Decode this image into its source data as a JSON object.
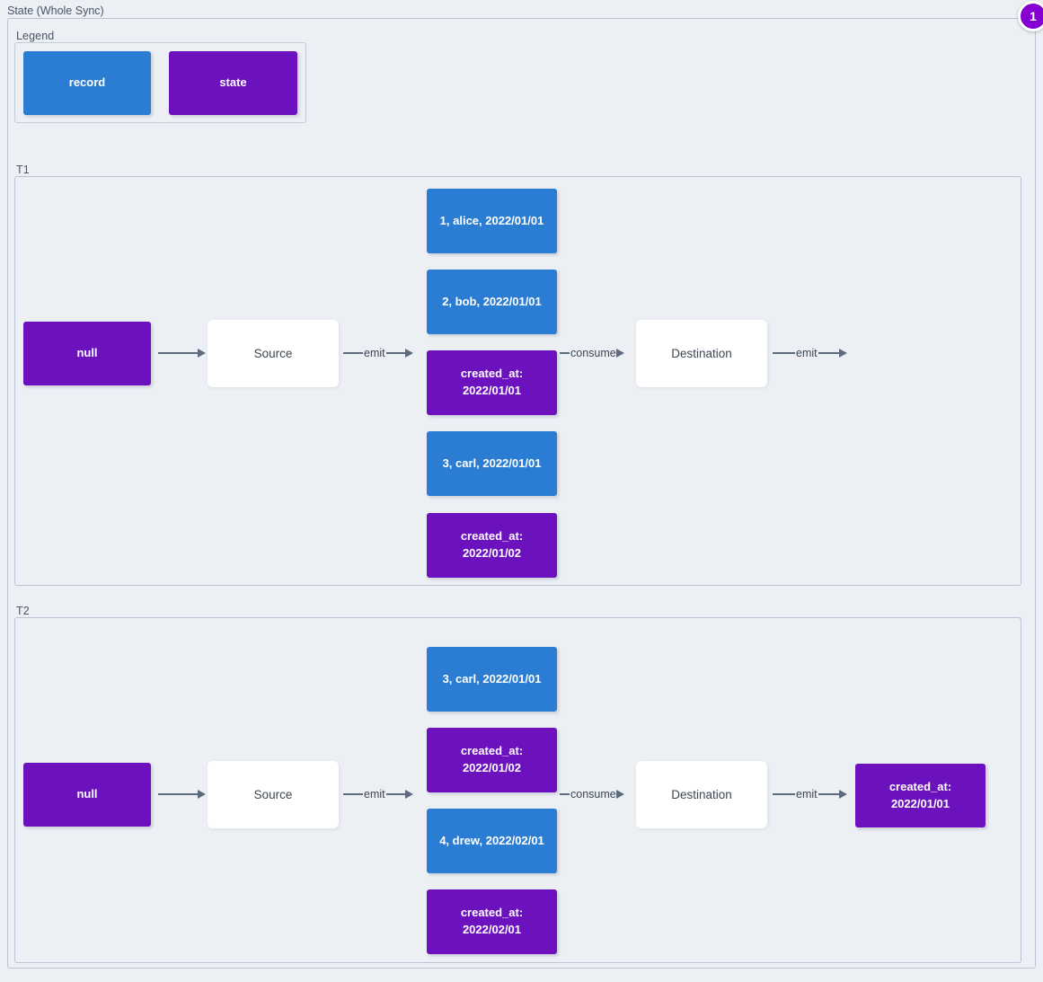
{
  "diagram": {
    "title": "State (Whole Sync)",
    "badge": "1",
    "colors": {
      "record": "#2b7cd3",
      "state": "#6b11bd",
      "plain": "#ffffff",
      "background": "#eceff4",
      "frame_border": "#b8c4d4",
      "arrow": "#5e6b7e",
      "badge": "#8500d1"
    }
  },
  "legend": {
    "label": "Legend",
    "items": [
      {
        "label": "record",
        "kind": "record"
      },
      {
        "label": "state",
        "kind": "state"
      }
    ]
  },
  "groups": [
    {
      "label": "T1",
      "nodes": {
        "initial_state": "null",
        "source": "Source",
        "destination": "Destination",
        "stream": [
          {
            "kind": "record",
            "line1": "1, alice, 2022/01/01",
            "line2": ""
          },
          {
            "kind": "record",
            "line1": "2, bob, 2022/01/01",
            "line2": ""
          },
          {
            "kind": "state",
            "line1": "created_at:",
            "line2": "2022/01/01"
          },
          {
            "kind": "record",
            "line1": "3, carl, 2022/01/01",
            "line2": ""
          },
          {
            "kind": "state",
            "line1": "created_at:",
            "line2": "2022/01/02"
          }
        ],
        "final_state": null
      },
      "arrows": [
        {
          "label": ""
        },
        {
          "label": "emit"
        },
        {
          "label": "consume"
        },
        {
          "label": "emit"
        }
      ]
    },
    {
      "label": "T2",
      "nodes": {
        "initial_state": "null",
        "source": "Source",
        "destination": "Destination",
        "stream": [
          {
            "kind": "record",
            "line1": "3, carl, 2022/01/01",
            "line2": ""
          },
          {
            "kind": "state",
            "line1": "created_at:",
            "line2": "2022/01/02"
          },
          {
            "kind": "record",
            "line1": "4, drew, 2022/02/01",
            "line2": ""
          },
          {
            "kind": "state",
            "line1": "created_at:",
            "line2": "2022/02/01"
          }
        ],
        "final_state": {
          "kind": "state",
          "line1": "created_at:",
          "line2": "2022/01/01"
        }
      },
      "arrows": [
        {
          "label": ""
        },
        {
          "label": "emit"
        },
        {
          "label": "consume"
        },
        {
          "label": "emit"
        }
      ]
    }
  ]
}
